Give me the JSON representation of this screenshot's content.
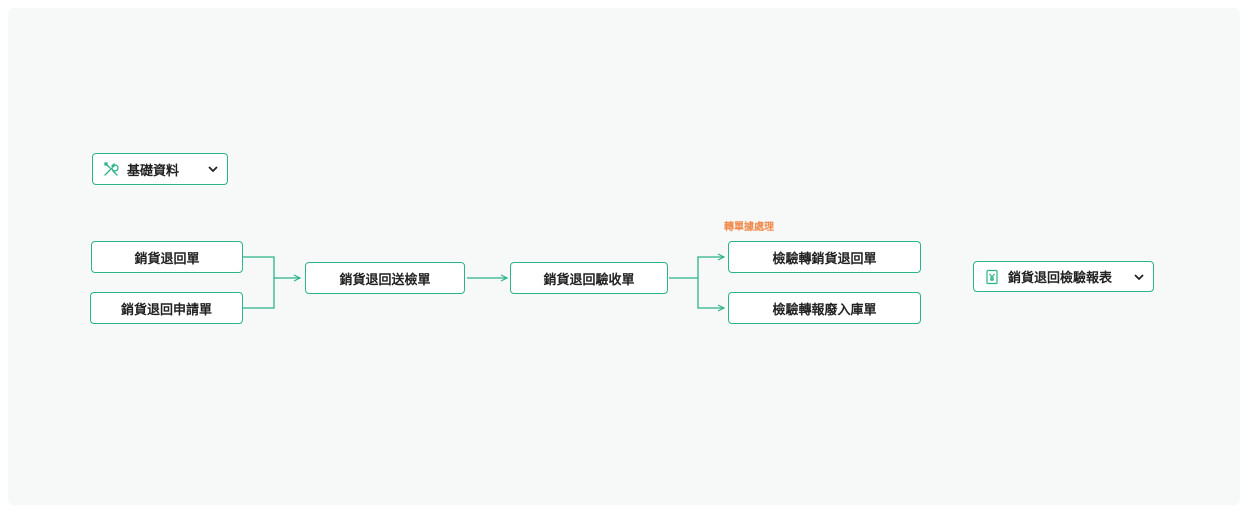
{
  "colors": {
    "accent": "#2bb38a",
    "note": "#f08a4b",
    "panel": "#f7f9f9"
  },
  "toolbar": {
    "basic_data_label": "基礎資料",
    "basic_data_icon": "tools-icon"
  },
  "flow": {
    "sales_return": "銷貨退回單",
    "sales_return_request": "銷貨退回申請單",
    "return_inspection_request": "銷貨退回送檢單",
    "return_inspection_receipt": "銷貨退回驗收單",
    "conversion_note": "轉單據處理",
    "convert_to_sales_return": "檢驗轉銷貨退回單",
    "convert_to_scrap_receipt": "檢驗轉報廢入庫單"
  },
  "report": {
    "label": "銷貨退回檢驗報表",
    "icon": "report-icon"
  }
}
